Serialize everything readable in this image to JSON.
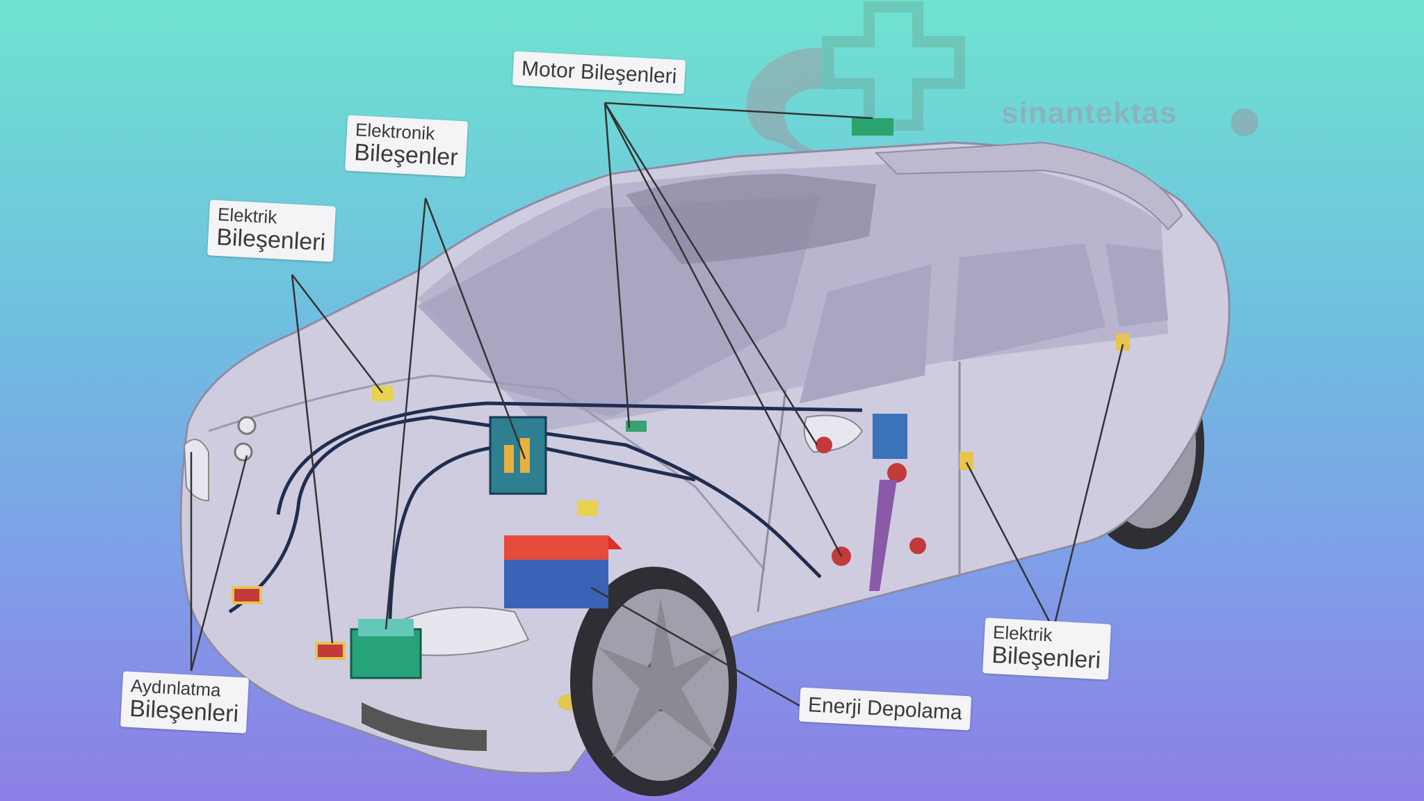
{
  "watermark": {
    "text": "sinantektas",
    "icon": "plus-logo-icon"
  },
  "labels": {
    "motor": {
      "line1": "Motor Bileşenleri"
    },
    "elektronik": {
      "line1": "Elektronik",
      "line2": "Bileşenler"
    },
    "elektrik_left": {
      "line1": "Elektrik",
      "line2": "Bileşenleri"
    },
    "aydinlatma": {
      "line1": "Aydınlatma",
      "line2": "Bileşenleri"
    },
    "enerji": {
      "line1": "Enerji Depolama"
    },
    "elektrik_right": {
      "line1": "Elektrik",
      "line2": "Bileşenleri"
    }
  },
  "colors": {
    "background_top": "#6fe3d0",
    "background_bottom": "#8d7fe6",
    "car_body": "#c9c6d8",
    "battery_red": "#d9302a",
    "battery_blue": "#3a63b8",
    "leader_line": "#333333"
  }
}
